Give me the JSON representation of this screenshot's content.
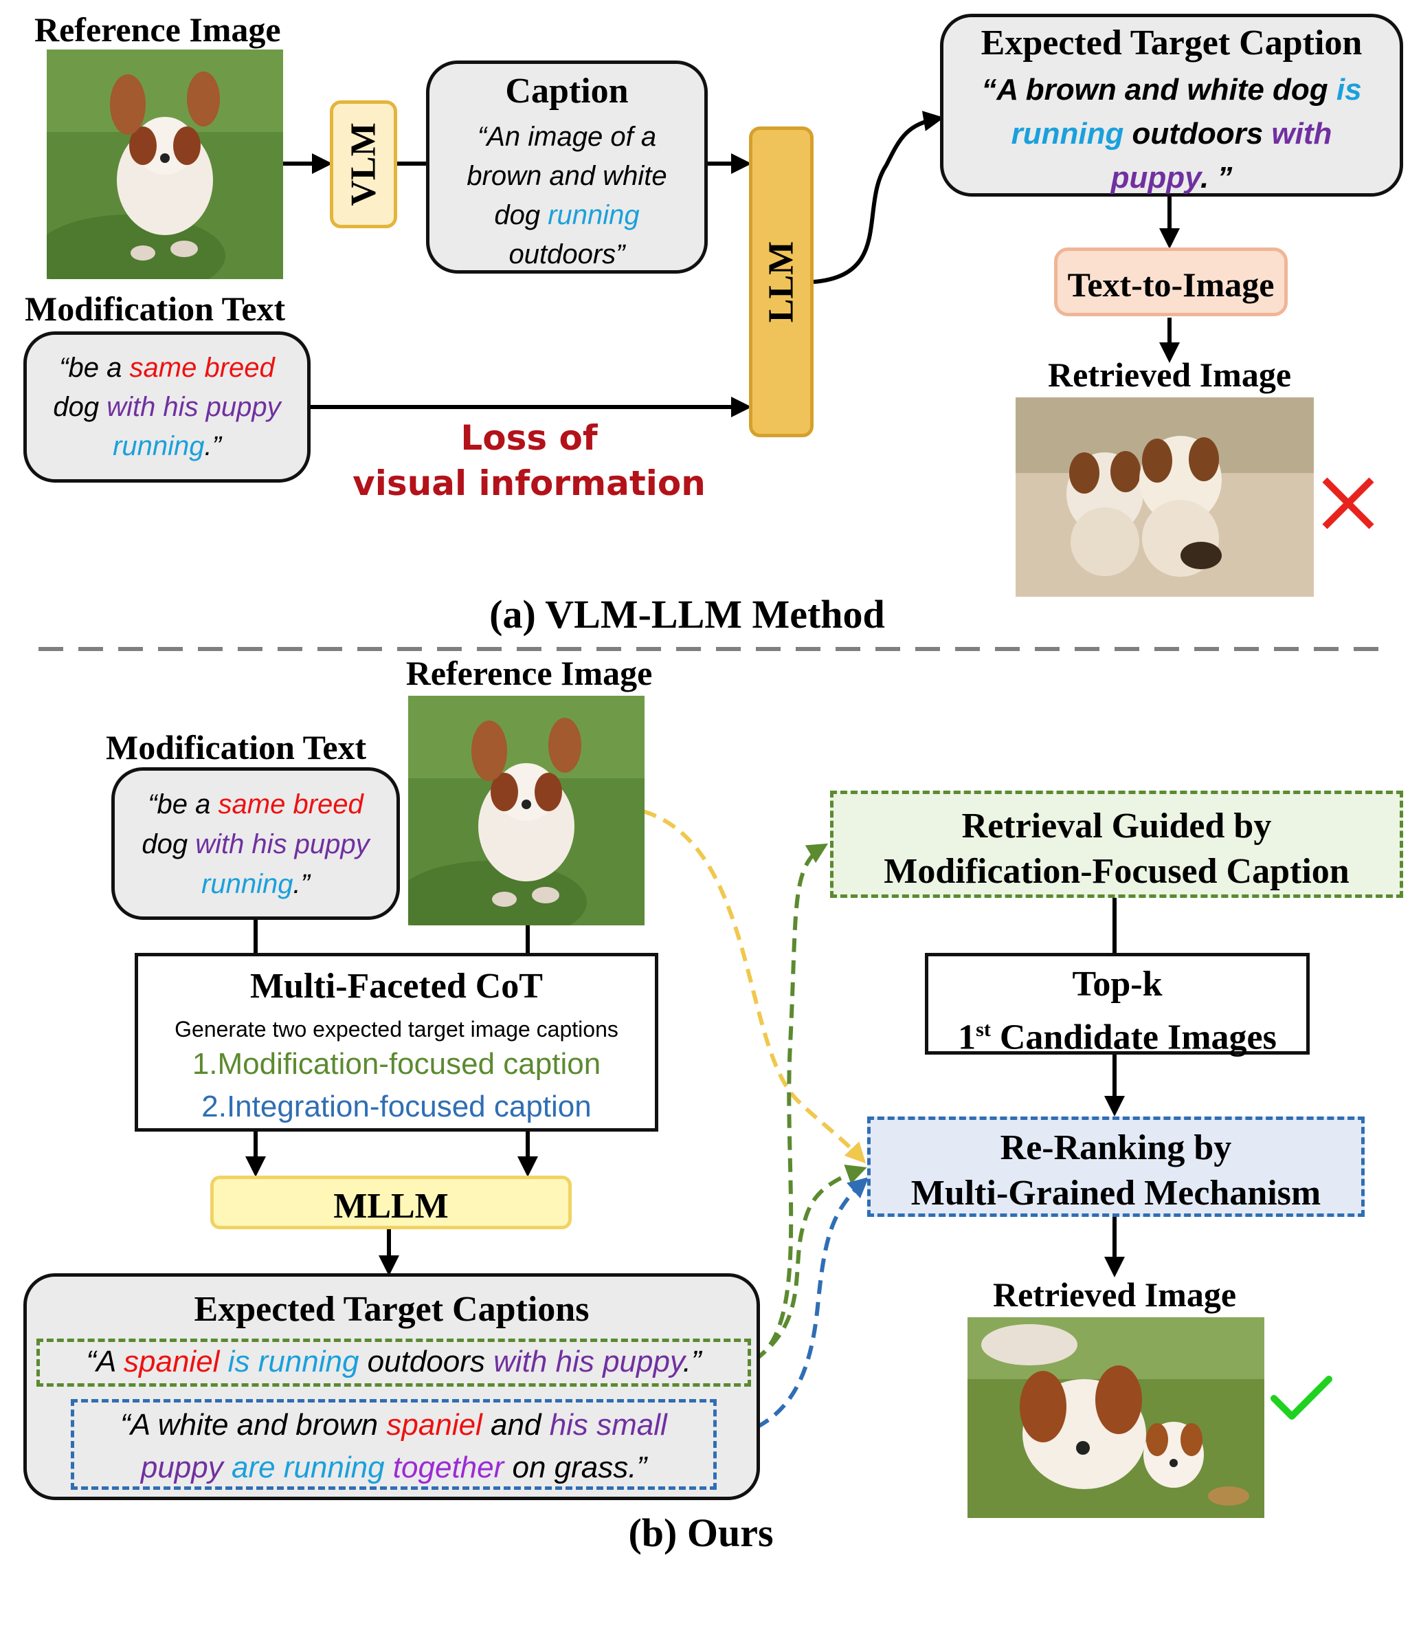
{
  "colors": {
    "red": "#ee1111",
    "cyan": "#1aa0dc",
    "purple": "#7030a0",
    "green": "#5b8a2f",
    "blue": "#2f6eb4",
    "dark_red": "#b3121a",
    "vlm_fill": "#fdf0c8",
    "llm_fill": "#f0c35a",
    "t2i_fill": "#fbe0d0",
    "mllm_fill": "#fff7b8",
    "retrieval_fill": "#ecf4e4",
    "rerank_fill": "#e3eaf6",
    "caption_box_fill": "#ebebeb"
  },
  "part_a": {
    "reference_image_label": "Reference Image",
    "modification_text_label": "Modification Text",
    "modification_text": {
      "open": "“be a ",
      "same_breed": "same breed",
      "dog": " dog ",
      "with_his_puppy": "with his puppy",
      "running": "running",
      "close": ".”"
    },
    "vlm_label": "VLM",
    "caption_title": "Caption",
    "caption_text": {
      "line1": "“An image of a",
      "line2": "brown and white",
      "dog": "dog ",
      "running": "running",
      "line4": "outdoors”"
    },
    "llm_label": "LLM",
    "loss_label_line1": "Loss of",
    "loss_label_line2": "visual information",
    "expected_caption_title": "Expected Target Caption",
    "expected_caption_text": {
      "line1a": "“A brown and white dog ",
      "is": "is",
      "running": "running",
      "outdoors": " outdoors ",
      "with": "with",
      "puppy": "puppy",
      "close": ". ”"
    },
    "text_to_image_label": "Text-to-Image",
    "retrieved_image_label": "Retrieved Image",
    "wrong_mark_icon": "cross-icon",
    "caption": "(a) VLM-LLM Method"
  },
  "part_b": {
    "reference_image_label": "Reference Image",
    "modification_text_label": "Modification Text",
    "modification_text": {
      "open": "“be a ",
      "same_breed": "same breed",
      "dog": "dog ",
      "with_his_puppy": "with his puppy",
      "running": "running",
      "close": ".”"
    },
    "cot_title": "Multi-Faceted CoT",
    "cot_subtitle": "Generate two expected target image captions",
    "cot_item1": "1.Modification-focused caption",
    "cot_item2": "2.Integration-focused caption",
    "mllm_label": "MLLM",
    "expected_captions_title": "Expected Target Captions",
    "caption1": {
      "open": "“A ",
      "spaniel": "spaniel",
      "is_running": " is running",
      "outdoors": " outdoors ",
      "with_his_puppy": "with his puppy",
      "close": ".”"
    },
    "caption2": {
      "open": "“A white and brown ",
      "spaniel": "spaniel",
      "and": " and ",
      "his_small": "his small",
      "puppy": "puppy",
      "are_running": " are running",
      "together": " together",
      "on_grass": " on grass.”"
    },
    "retrieval_line1": "Retrieval Guided by",
    "retrieval_line2": "Modification-Focused Caption",
    "topk_line1": "Top-k",
    "topk_line2_num": "1",
    "topk_line2_sup": "st",
    "topk_line2_rest": " Candidate Images",
    "rerank_line1": "Re-Ranking by",
    "rerank_line2": "Multi-Grained Mechanism",
    "retrieved_image_label": "Retrieved Image",
    "correct_mark_icon": "checkmark-icon",
    "caption": "(b) Ours"
  }
}
